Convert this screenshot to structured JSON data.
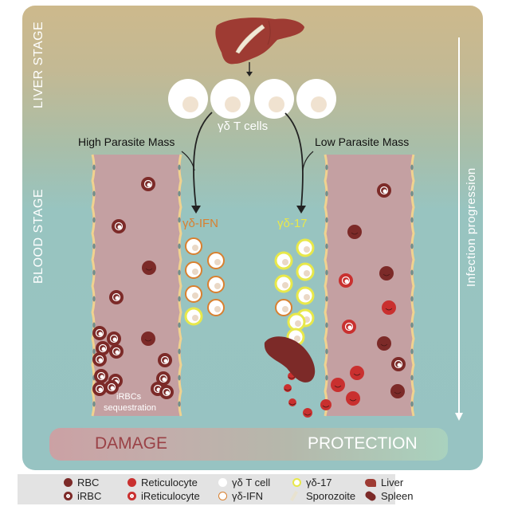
{
  "stages": {
    "liver": "LIVER STAGE",
    "blood": "BLOOD STAGE",
    "progression": "Infection progression"
  },
  "cells": {
    "gd_t_cells": "γδ T cells",
    "gd_ifn": "γδ-IFN",
    "gd_17": "γδ-17"
  },
  "branches": {
    "high": "High Parasite Mass",
    "low": "Low Parasite Mass"
  },
  "sequestration": [
    "iRBCs",
    "sequestration"
  ],
  "outcome": {
    "damage": "DAMAGE",
    "protection": "PROTECTION"
  },
  "legend": [
    {
      "label": "RBC",
      "icon": "rbc-icon"
    },
    {
      "label": "iRBC",
      "icon": "irbc-icon"
    },
    {
      "label": "Reticulocyte",
      "icon": "reticulocyte-icon"
    },
    {
      "label": "iReticulocyte",
      "icon": "ireticulocyte-icon"
    },
    {
      "label": "γδ T cell",
      "icon": "gd-t-cell-icon"
    },
    {
      "label": "γδ-IFN",
      "icon": "gd-ifn-icon"
    },
    {
      "label": "γδ-17",
      "icon": "gd-17-icon"
    },
    {
      "label": "Sporozoite",
      "icon": "sporozoite-icon"
    },
    {
      "label": "Liver",
      "icon": "liver-icon"
    },
    {
      "label": "Spleen",
      "icon": "spleen-icon"
    }
  ],
  "colors": {
    "rbc": "#7c2a28",
    "reticulocyte": "#c9302f",
    "ifn_ring": "#d9802f",
    "il17_ring": "#e8e84a",
    "liver": "#9e3b33",
    "damage_text": "#9a4146",
    "vessel": "#c4a0a2",
    "vessel_wall": "#f0d28f"
  }
}
